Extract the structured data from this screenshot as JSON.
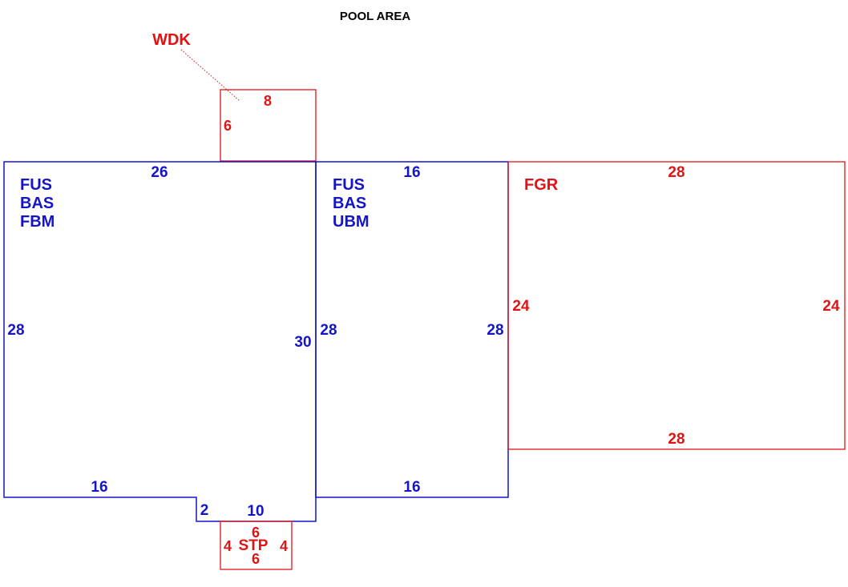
{
  "title": "POOL AREA",
  "colors": {
    "main": "#1414c8",
    "ext": "#e01414",
    "title": "#000000"
  },
  "main_left": {
    "codes": [
      "FUS",
      "BAS",
      "FBM"
    ],
    "dims": {
      "top": "26",
      "left": "28",
      "right": "30",
      "bottom": "16",
      "notch_side": "2",
      "notch_bottom": "10"
    }
  },
  "main_right": {
    "codes": [
      "FUS",
      "BAS",
      "UBM"
    ],
    "dims": {
      "top": "16",
      "left": "28",
      "right": "28",
      "bottom": "16"
    }
  },
  "garage": {
    "code": "FGR",
    "dims": {
      "top": "28",
      "left": "24",
      "right": "24",
      "bottom": "28"
    }
  },
  "deck": {
    "code": "WDK",
    "dims": {
      "top": "8",
      "left": "6"
    }
  },
  "stoop": {
    "code": "STP",
    "dims": {
      "top": "6",
      "bottom": "6",
      "left": "4",
      "right": "4"
    }
  }
}
